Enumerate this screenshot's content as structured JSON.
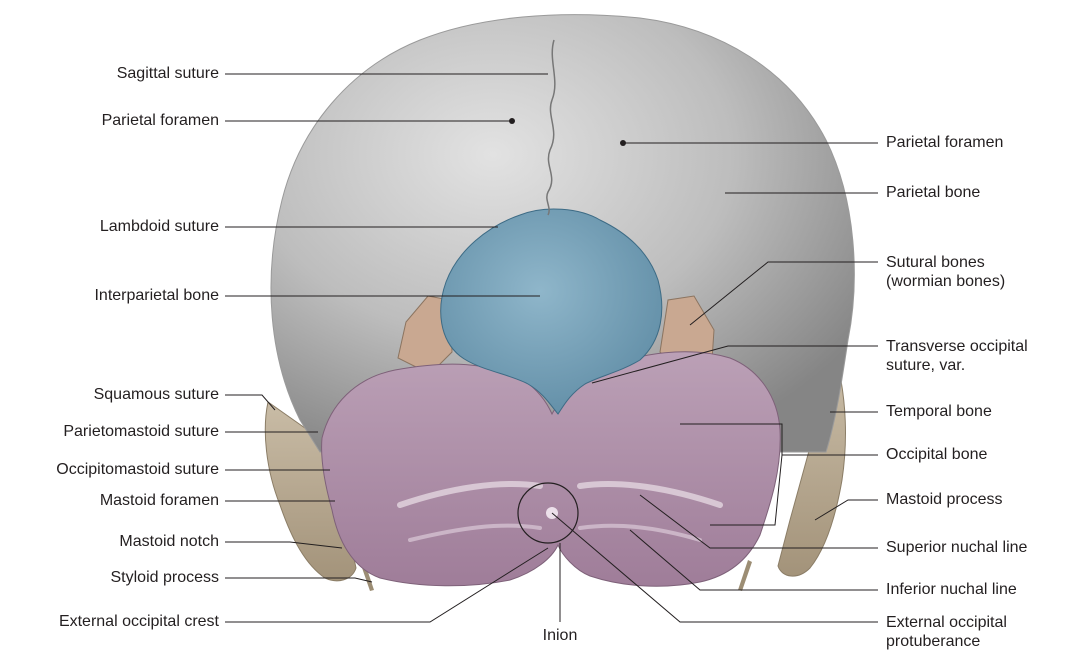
{
  "left_labels": [
    "Sagittal suture",
    "Parietal foramen",
    "Lambdoid suture",
    "Interparietal bone",
    "Squamous suture",
    "Parietomastoid suture",
    "Occipitomastoid suture",
    "Mastoid foramen",
    "Mastoid notch",
    "Styloid process",
    "External occipital crest"
  ],
  "right_labels": [
    "Parietal foramen",
    "Parietal bone",
    "Sutural bones\n(wormian bones)",
    "Transverse occipital\nsuture, var.",
    "Temporal bone",
    "Occipital bone",
    "Mastoid process",
    "Superior nuchal line",
    "Inferior nuchal line",
    "External occipital\nprotuberance"
  ],
  "bottom_labels": [
    "Inion"
  ],
  "colors": {
    "parietal": "#c4c4c4",
    "parietal_shadow": "#8f8f8f",
    "interparietal": "#6f9bb2",
    "occipital": "#b293ad",
    "sutural": "#c7a68f",
    "temporal": "#b7a992",
    "leader": "#231f20"
  }
}
